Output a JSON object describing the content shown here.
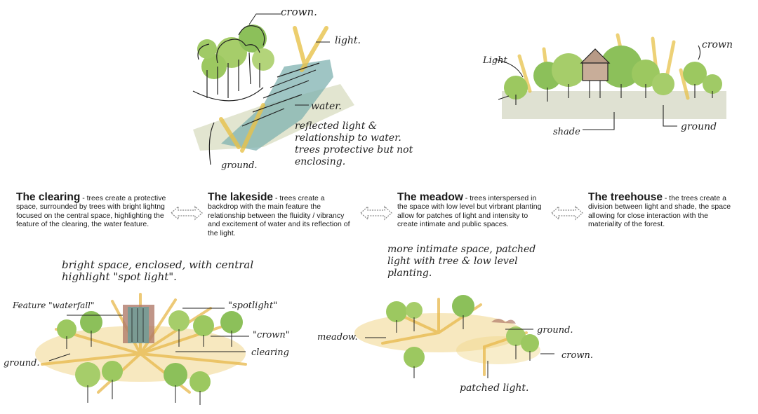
{
  "panels": [
    {
      "title": "The clearing",
      "text": " - trees create a protective space, surrounded by trees with bright lightng focused on the central space, highlighting the feature of the clearing, the water feature."
    },
    {
      "title": "The lakeside",
      "text": " - trees create a backdrop with the main feature the relationship between the fluidity / vibrancy and excitement of water and its reflection of the light."
    },
    {
      "title": "The meadow",
      "text": " - trees interspersed in the space with low level but virbrant planting allow for patches of light and intensity to create intimate and public spaces."
    },
    {
      "title": "The treehouse",
      "text": " - the trees create a division between light and shade, the space allowing for close interaction with the materiality of the forest."
    }
  ],
  "lakeside_sketch": {
    "labels": {
      "crown": "crown.",
      "light": "light.",
      "water": "water.",
      "ground": "ground."
    },
    "note": "reflected light & relationship to water. trees protective but not enclosing."
  },
  "treehouse_sketch": {
    "labels": {
      "light": "Light",
      "crown": "crown",
      "shade": "shade",
      "ground": "ground"
    }
  },
  "clearing_sketch": {
    "note": "bright space, enclosed, with central highlight \"spot light\".",
    "labels": {
      "feature": "Feature \"waterfall\"",
      "spotlight": "\"spotlight\"",
      "crown": "\"crown\"",
      "clearing": "clearing",
      "ground": "ground."
    }
  },
  "meadow_sketch": {
    "note": "more intimate space, patched light with tree & low level planting.",
    "labels": {
      "meadow": "meadow.",
      "ground": "ground.",
      "crown": "crown.",
      "patched": "patched light."
    }
  },
  "colors": {
    "tree_green": "#8cc05a",
    "light_yellow": "#e8c24a",
    "water_teal": "#7fb2b0",
    "ground_grey": "#c9c9b3"
  }
}
